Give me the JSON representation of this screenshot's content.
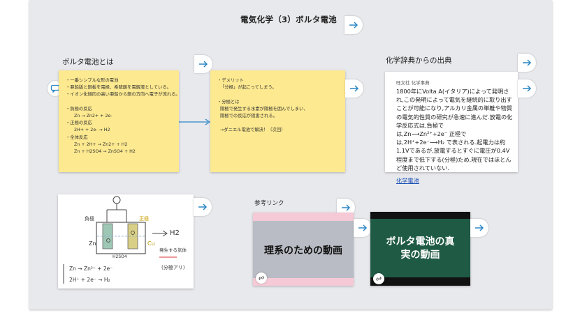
{
  "board": {
    "title": "電気化学（3）ボルタ電池",
    "section_volta_label": "ボルタ電池とは",
    "section_dict_label": "化学辞典からの出典",
    "section_links_label": "参考リンク"
  },
  "notes": {
    "volta_note": "・一番シンプルな形の電池\n・亜鉛版と銅板を電極、希硫酸を電解液としている。\n・イオン化傾向の高い亜鉛から銅の方向へ電子が流れる。\n\n・負極の反応\n      Zn → Zn2+ + 2e-\n・正極の反応\n      2H+ + 2e- → H2\n・全体反応\n      Zn + 2H+ → Zn2+ + H2\n      Zn + H2SO4 → ZnSO4 + H2",
    "demerit_note": "・デメリット\n  「分極」が起こってしまう。\n\n・分極とは\n  陽極で発生する水素が陽極を囲んでしまい、\n  陽極での反応が阻害される。\n\n  →ダニエル電池で解決！（次回）"
  },
  "dictionary": {
    "source": "旺文社 化学事典",
    "body": "1800年にVolta A(イタリア)によって発明され,この発明によって電気を継続的に取り出すことが可能になり,アルカリ金属の単離や物質の電気的性質の研究が急速に進んだ.放電の化学反応式は,負極で\nは,Zn⟶Zn²⁺+2e⁻ 正極で\nは,2H⁺+2e⁻⟶H₂ で表される.起電力は約1.1Vであるが,放電するとすぐに電圧が0.4V程度まで低下する(分極)ため,現在ではほとんど使用されていない.",
    "link_text": "化学電池"
  },
  "handwritten": {
    "label_negative": "負極",
    "label_positive": "正極",
    "zn": "Zn",
    "cu": "Cu",
    "h2so4": "H2SO4",
    "h2": "H2",
    "gas_note": "発生する気体",
    "polarization": "(分極アリ)",
    "eq1": "Zn → Zn²⁺ + 2e⁻",
    "eq2": "2H⁺ + 2e⁻ → H₂"
  },
  "links": {
    "video1_title": "理系のための動画",
    "video2_title": "ボルタ電池の真実の動画"
  },
  "colors": {
    "board_bg": "#e8e9ed",
    "note_yellow": "#fde98f",
    "connector": "#2a86c6",
    "arrow": "#2a86c6",
    "video1_bg": "#b9bcc4",
    "video1_border": "#f5c9d6",
    "video2_bg": "#1f5a45"
  }
}
